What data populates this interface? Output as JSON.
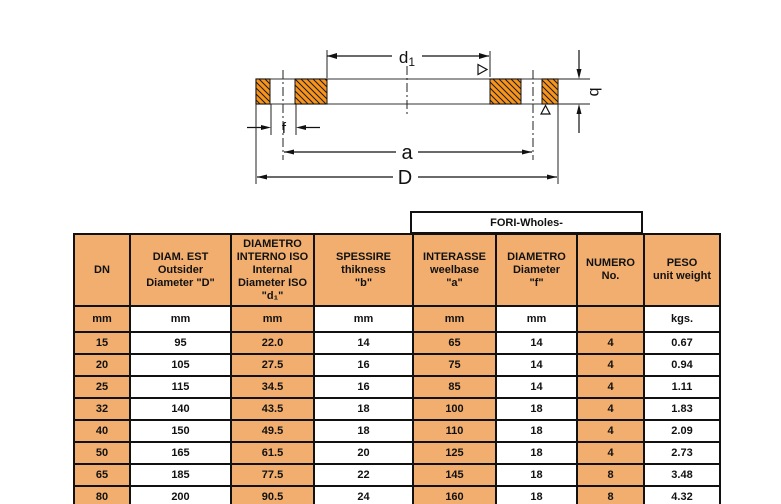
{
  "drawing": {
    "hatch_color": "#F7941E",
    "labels": {
      "d1_main": "d",
      "d1_sub": "1",
      "f": "f",
      "a": "a",
      "D": "D",
      "b": "b"
    }
  },
  "table": {
    "group_header": "FORI-Wholes-",
    "header_bg": "#F1AE6E",
    "columns": [
      {
        "id": "dn",
        "lines": [
          "DN"
        ]
      },
      {
        "id": "outside-diameter",
        "lines": [
          "DIAM. EST",
          "Outsider",
          "Diameter \"D\""
        ]
      },
      {
        "id": "internal-diameter-iso",
        "lines": [
          "DIAMETRO",
          "INTERNO ISO",
          "Internal",
          "Diameter ISO",
          "\"d₁\""
        ]
      },
      {
        "id": "thickness",
        "lines": [
          "SPESSIRE",
          "thikness",
          "\"b\""
        ]
      },
      {
        "id": "wheelbase",
        "lines": [
          "INTERASSE",
          "weelbase",
          "\"a\""
        ]
      },
      {
        "id": "hole-diameter",
        "lines": [
          "DIAMETRO",
          "Diameter",
          "\"f\""
        ]
      },
      {
        "id": "holes-number",
        "lines": [
          "NUMERO",
          "No."
        ]
      },
      {
        "id": "unit-weight",
        "lines": [
          "PESO",
          "unit weight"
        ]
      }
    ],
    "units": [
      "mm",
      "mm",
      "mm",
      "mm",
      "mm",
      "mm",
      "",
      "kgs."
    ],
    "rows": [
      [
        "15",
        "95",
        "22.0",
        "14",
        "65",
        "14",
        "4",
        "0.67"
      ],
      [
        "20",
        "105",
        "27.5",
        "16",
        "75",
        "14",
        "4",
        "0.94"
      ],
      [
        "25",
        "115",
        "34.5",
        "16",
        "85",
        "14",
        "4",
        "1.11"
      ],
      [
        "32",
        "140",
        "43.5",
        "18",
        "100",
        "18",
        "4",
        "1.83"
      ],
      [
        "40",
        "150",
        "49.5",
        "18",
        "110",
        "18",
        "4",
        "2.09"
      ],
      [
        "50",
        "165",
        "61.5",
        "20",
        "125",
        "18",
        "4",
        "2.73"
      ],
      [
        "65",
        "185",
        "77.5",
        "22",
        "145",
        "18",
        "8",
        "3.48"
      ],
      [
        "80",
        "200",
        "90.5",
        "24",
        "160",
        "18",
        "8",
        "4.32"
      ]
    ]
  }
}
